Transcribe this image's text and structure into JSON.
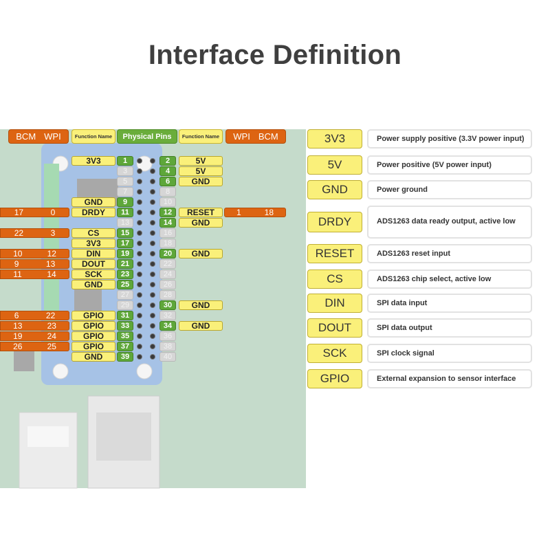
{
  "title": "Interface Definition",
  "header": {
    "left_bcm": "BCM",
    "left_wpi": "WPI",
    "function_name_left": "Function Name",
    "physical_pins": "Physical Pins",
    "function_name_right": "Function Name",
    "right_wpi": "WPI",
    "right_bcm": "BCM"
  },
  "rows": [
    {
      "bcm_l": "",
      "wpi_l": "",
      "fn_l": "3V3",
      "pin_l": "1",
      "used_l": true,
      "pin_r": "2",
      "used_r": true,
      "fn_r": "5V",
      "wpi_r": "",
      "bcm_r": ""
    },
    {
      "bcm_l": "",
      "wpi_l": "",
      "fn_l": "",
      "pin_l": "3",
      "used_l": false,
      "pin_r": "4",
      "used_r": true,
      "fn_r": "5V",
      "wpi_r": "",
      "bcm_r": ""
    },
    {
      "bcm_l": "",
      "wpi_l": "",
      "fn_l": "",
      "pin_l": "5",
      "used_l": false,
      "pin_r": "6",
      "used_r": true,
      "fn_r": "GND",
      "wpi_r": "",
      "bcm_r": ""
    },
    {
      "bcm_l": "",
      "wpi_l": "",
      "fn_l": "",
      "pin_l": "7",
      "used_l": false,
      "pin_r": "8",
      "used_r": false,
      "fn_r": "",
      "wpi_r": "",
      "bcm_r": ""
    },
    {
      "bcm_l": "",
      "wpi_l": "",
      "fn_l": "GND",
      "pin_l": "9",
      "used_l": true,
      "pin_r": "10",
      "used_r": false,
      "fn_r": "",
      "wpi_r": "",
      "bcm_r": ""
    },
    {
      "bcm_l": "17",
      "wpi_l": "0",
      "fn_l": "DRDY",
      "pin_l": "11",
      "used_l": true,
      "pin_r": "12",
      "used_r": true,
      "fn_r": "RESET",
      "wpi_r": "1",
      "bcm_r": "18"
    },
    {
      "bcm_l": "",
      "wpi_l": "",
      "fn_l": "",
      "pin_l": "13",
      "used_l": false,
      "pin_r": "14",
      "used_r": true,
      "fn_r": "GND",
      "wpi_r": "",
      "bcm_r": ""
    },
    {
      "bcm_l": "22",
      "wpi_l": "3",
      "fn_l": "CS",
      "pin_l": "15",
      "used_l": true,
      "pin_r": "16",
      "used_r": false,
      "fn_r": "",
      "wpi_r": "",
      "bcm_r": ""
    },
    {
      "bcm_l": "",
      "wpi_l": "",
      "fn_l": "3V3",
      "pin_l": "17",
      "used_l": true,
      "pin_r": "18",
      "used_r": false,
      "fn_r": "",
      "wpi_r": "",
      "bcm_r": ""
    },
    {
      "bcm_l": "10",
      "wpi_l": "12",
      "fn_l": "DIN",
      "pin_l": "19",
      "used_l": true,
      "pin_r": "20",
      "used_r": true,
      "fn_r": "GND",
      "wpi_r": "",
      "bcm_r": ""
    },
    {
      "bcm_l": "9",
      "wpi_l": "13",
      "fn_l": "DOUT",
      "pin_l": "21",
      "used_l": true,
      "pin_r": "22",
      "used_r": false,
      "fn_r": "",
      "wpi_r": "",
      "bcm_r": ""
    },
    {
      "bcm_l": "11",
      "wpi_l": "14",
      "fn_l": "SCK",
      "pin_l": "23",
      "used_l": true,
      "pin_r": "24",
      "used_r": false,
      "fn_r": "",
      "wpi_r": "",
      "bcm_r": ""
    },
    {
      "bcm_l": "",
      "wpi_l": "",
      "fn_l": "GND",
      "pin_l": "25",
      "used_l": true,
      "pin_r": "26",
      "used_r": false,
      "fn_r": "",
      "wpi_r": "",
      "bcm_r": ""
    },
    {
      "bcm_l": "",
      "wpi_l": "",
      "fn_l": "",
      "pin_l": "27",
      "used_l": false,
      "pin_r": "28",
      "used_r": false,
      "fn_r": "",
      "wpi_r": "",
      "bcm_r": ""
    },
    {
      "bcm_l": "",
      "wpi_l": "",
      "fn_l": "",
      "pin_l": "29",
      "used_l": false,
      "pin_r": "30",
      "used_r": true,
      "fn_r": "GND",
      "wpi_r": "",
      "bcm_r": ""
    },
    {
      "bcm_l": "6",
      "wpi_l": "22",
      "fn_l": "GPIO",
      "pin_l": "31",
      "used_l": true,
      "pin_r": "32",
      "used_r": false,
      "fn_r": "",
      "wpi_r": "",
      "bcm_r": ""
    },
    {
      "bcm_l": "13",
      "wpi_l": "23",
      "fn_l": "GPIO",
      "pin_l": "33",
      "used_l": true,
      "pin_r": "34",
      "used_r": true,
      "fn_r": "GND",
      "wpi_r": "",
      "bcm_r": ""
    },
    {
      "bcm_l": "19",
      "wpi_l": "24",
      "fn_l": "GPIO",
      "pin_l": "35",
      "used_l": true,
      "pin_r": "36",
      "used_r": false,
      "fn_r": "",
      "wpi_r": "",
      "bcm_r": ""
    },
    {
      "bcm_l": "26",
      "wpi_l": "25",
      "fn_l": "GPIO",
      "pin_l": "37",
      "used_l": true,
      "pin_r": "38",
      "used_r": false,
      "fn_r": "",
      "wpi_r": "",
      "bcm_r": ""
    },
    {
      "bcm_l": "",
      "wpi_l": "",
      "fn_l": "GND",
      "pin_l": "39",
      "used_l": true,
      "pin_r": "40",
      "used_r": false,
      "fn_r": "",
      "wpi_r": "",
      "bcm_r": ""
    }
  ],
  "legend": [
    {
      "key": "3V3",
      "desc": "Power supply positive (3.3V power input)"
    },
    {
      "key": "5V",
      "desc": "Power positive (5V power input)"
    },
    {
      "key": "GND",
      "desc": "Power ground"
    },
    {
      "key": "DRDY",
      "desc": "ADS1263 data ready output, active low"
    },
    {
      "key": "RESET",
      "desc": "ADS1263 reset input"
    },
    {
      "key": "CS",
      "desc": "ADS1263 chip select, active low"
    },
    {
      "key": "DIN",
      "desc": "SPI data input"
    },
    {
      "key": "DOUT",
      "desc": "SPI data output"
    },
    {
      "key": "SCK",
      "desc": "SPI clock signal"
    },
    {
      "key": "GPIO",
      "desc": "External expansion to sensor interface"
    }
  ],
  "colors": {
    "orange": "#dd6412",
    "yellow": "#faf07a",
    "green": "#5ea73a",
    "title": "#3f3f3f"
  }
}
